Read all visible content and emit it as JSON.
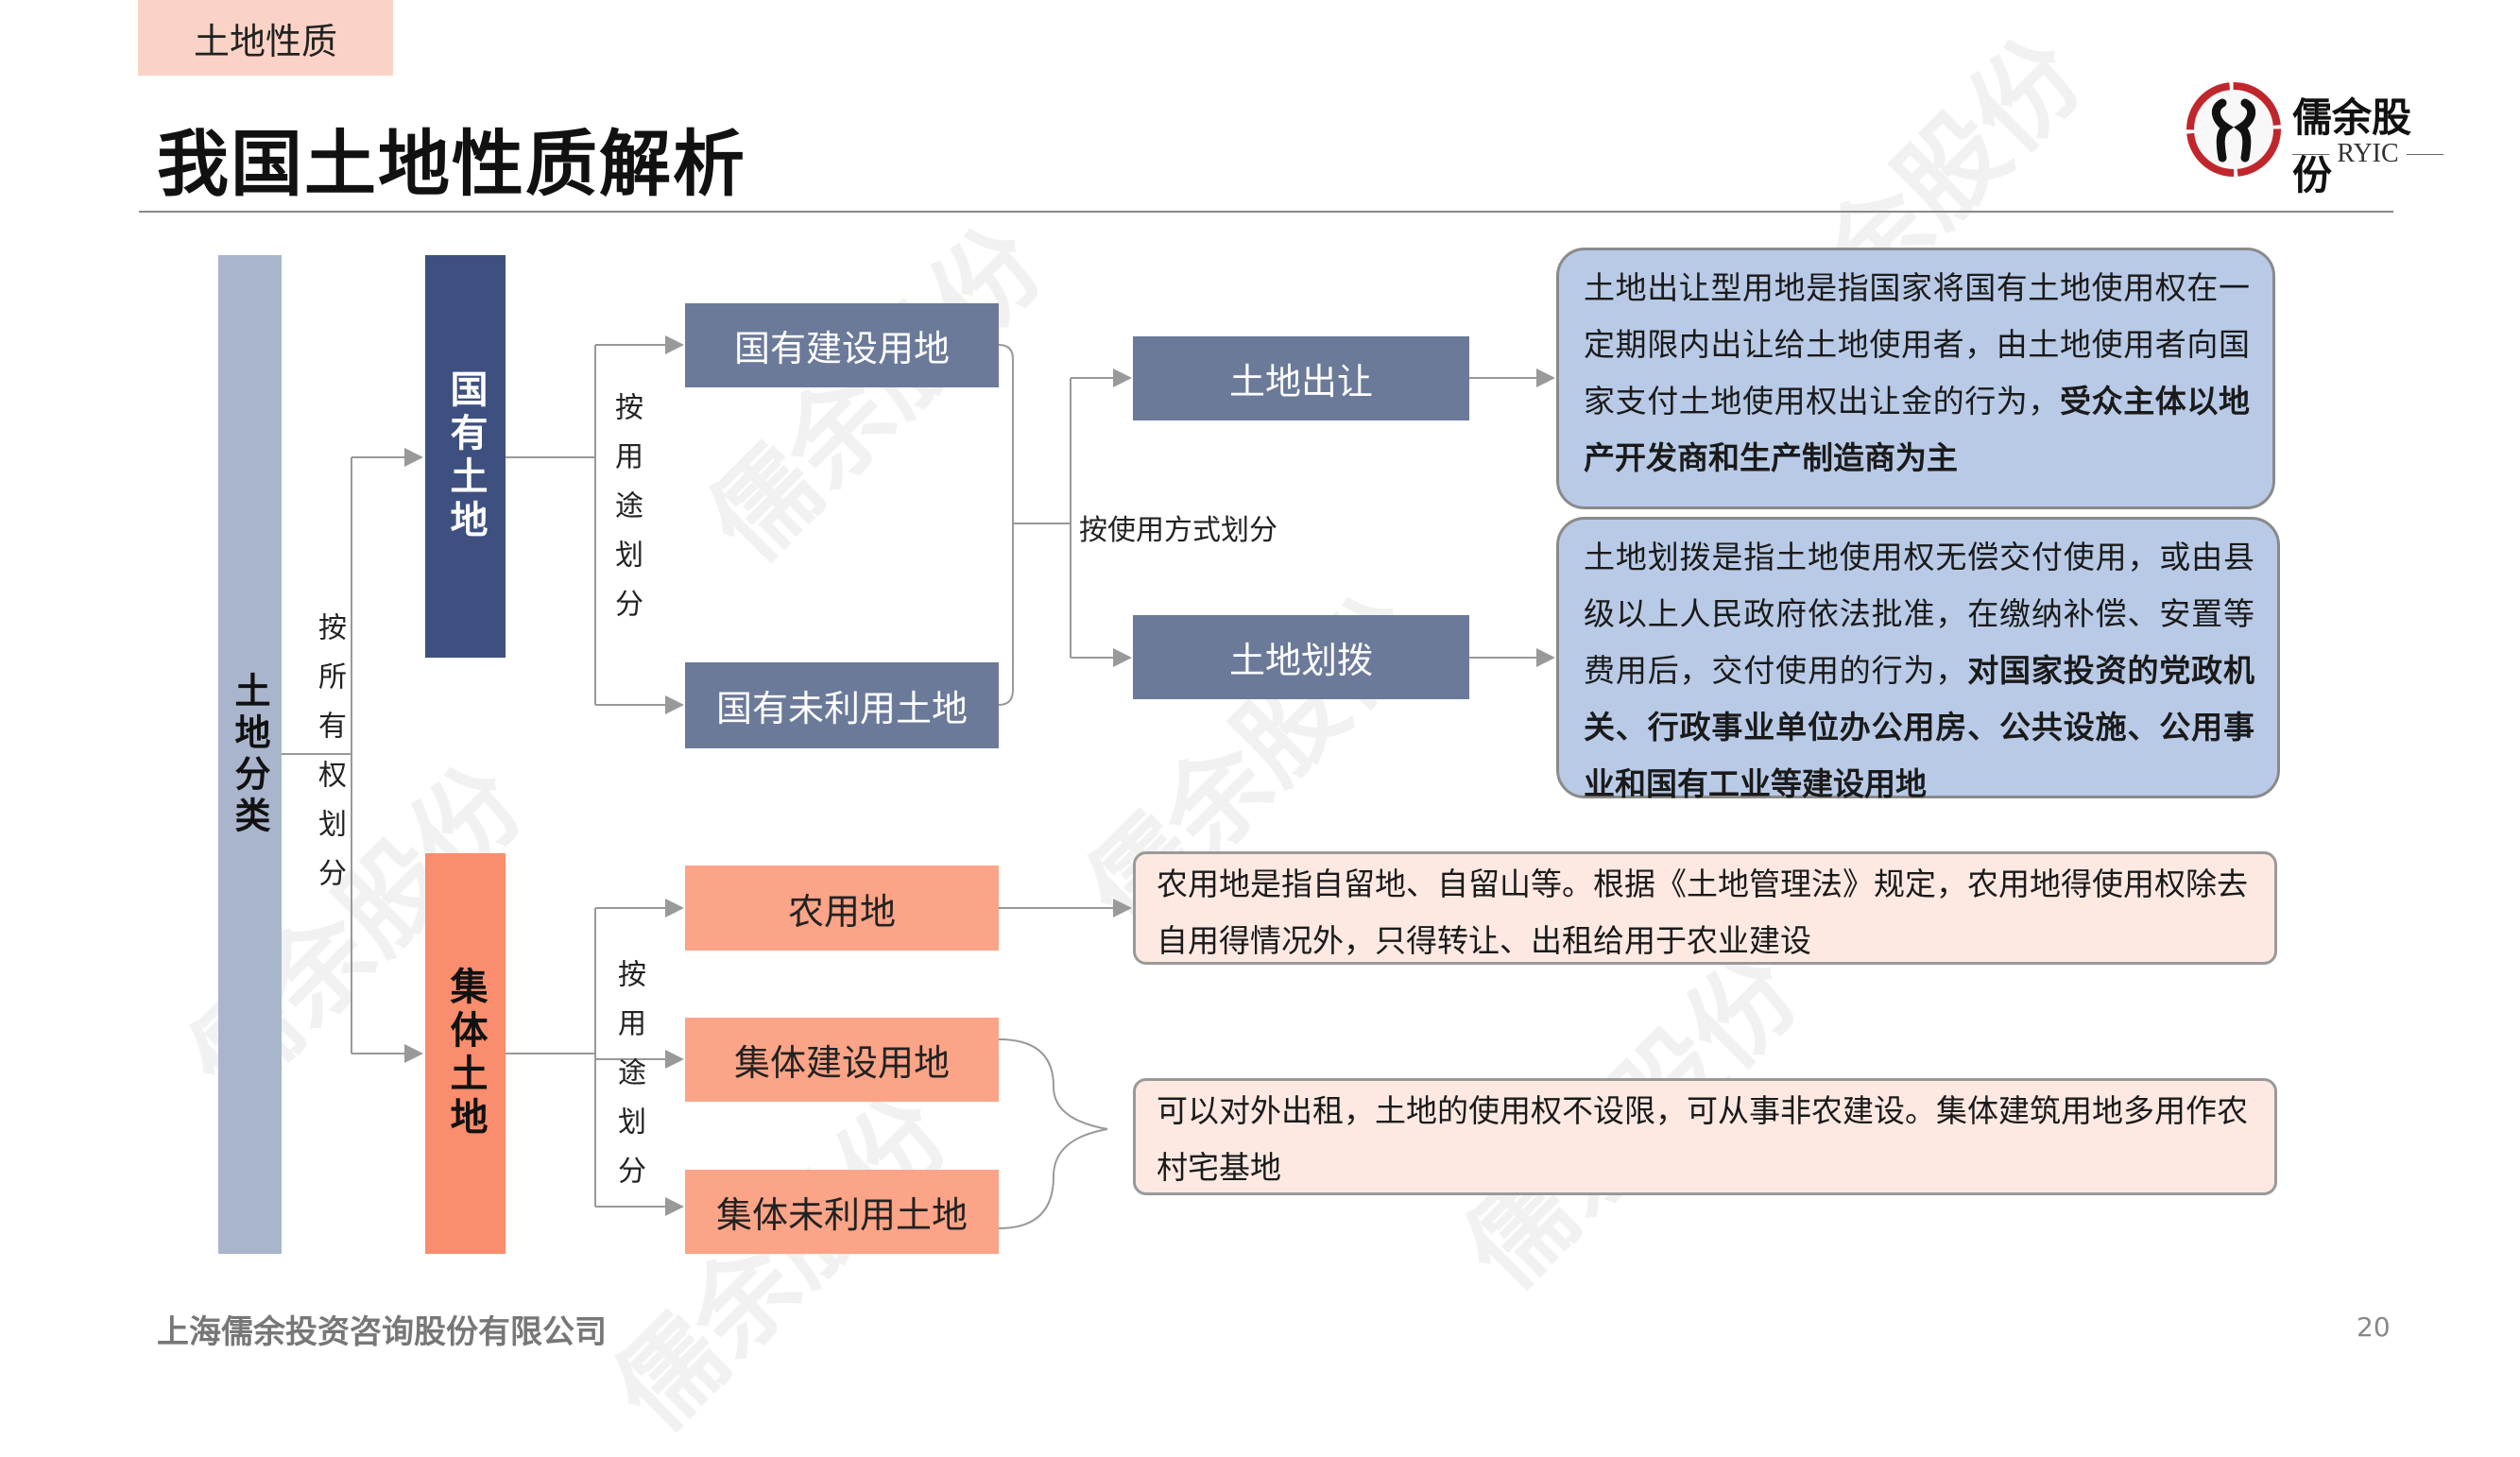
{
  "header": {
    "tag": "土地性质",
    "title": "我国土地性质解析"
  },
  "logo": {
    "name": "儒余股份",
    "sub": "RYIC"
  },
  "diagram": {
    "root": "土地分类",
    "by_ownership": "按所有权划分",
    "state_land": "国有土地",
    "collective_land": "集体土地",
    "by_use_1": "按用途划分",
    "by_use_2": "按用途划分",
    "state_construction": "国有建设用地",
    "state_unused": "国有未利用土地",
    "by_method": "按使用方式划分",
    "transfer": "土地出让",
    "allocation": "土地划拨",
    "farmland": "农用地",
    "collective_construction": "集体建设用地",
    "collective_unused": "集体未利用土地",
    "transfer_desc": {
      "normal": "土地出让型用地是指国家将国有土地使用权在一定期限内出让给土地使用者，由土地使用者向国家支付土地使用权出让金的行为，",
      "bold": "受众主体以地产开发商和生产制造商为主"
    },
    "allocation_desc": {
      "normal": "土地划拨是指土地使用权无偿交付使用，或由县级以上人民政府依法批准，在缴纳补偿、安置等费用后，交付使用的行为，",
      "bold": "对国家投资的党政机关、行政事业单位办公用房、公共设施、公用事业和国有工业等建设用地"
    },
    "farmland_desc": "农用地是指自留地、自留山等。根据《土地管理法》规定，农用地得使用权除去自用得情况外，只得转让、出租给用于农业建设",
    "collective_desc": "可以对外出租，土地的使用权不设限，可从事非农建设。集体建筑用地多用作农村宅基地"
  },
  "footer": {
    "company": "上海儒余投资咨询股份有限公司",
    "page": "20"
  },
  "watermark": "儒余股份"
}
